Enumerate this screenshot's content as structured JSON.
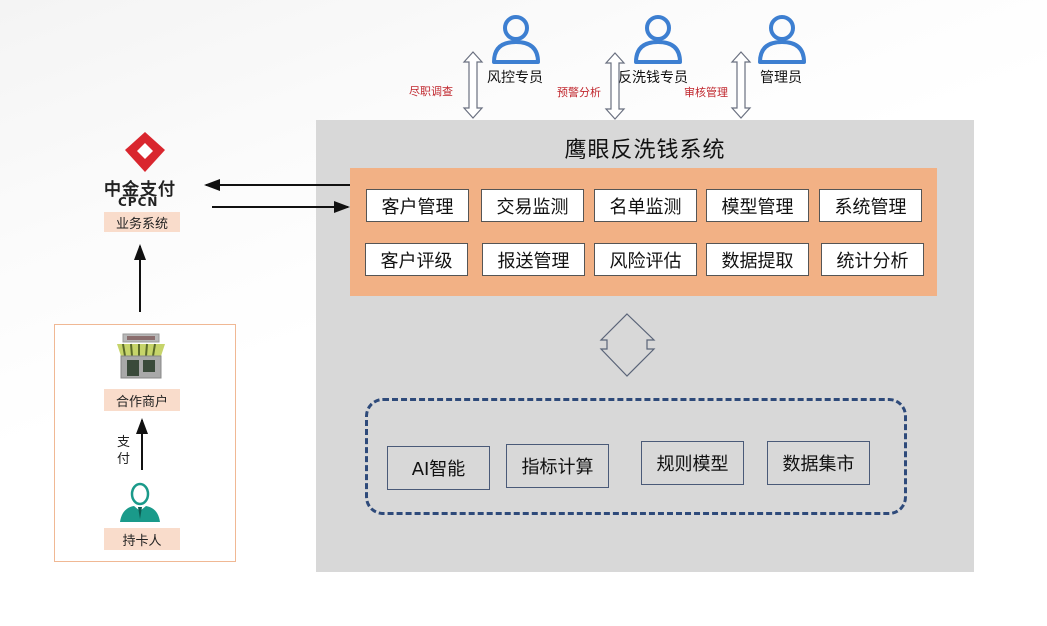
{
  "roles": [
    {
      "name": "风控专员",
      "action": "尽职调查"
    },
    {
      "name": "反洗钱专员",
      "action": "预警分析"
    },
    {
      "name": "管理员",
      "action": "审核管理"
    }
  ],
  "system": {
    "title": "鹰眼反洗钱系统",
    "modules_row1": [
      "客户管理",
      "交易监测",
      "名单监测",
      "模型管理",
      "系统管理"
    ],
    "modules_row2": [
      "客户评级",
      "报送管理",
      "风险评估",
      "数据提取",
      "统计分析"
    ],
    "data_layer": [
      "AI智能",
      "指标计算",
      "规则模型",
      "数据集市"
    ]
  },
  "left": {
    "logo_cn": "中金支付",
    "logo_en": "CPCN",
    "business_system": "业务系统",
    "merchant": "合作商户",
    "pay_label": "支付",
    "cardholder": "持卡人"
  },
  "colors": {
    "system_bg": "#d8d8d8",
    "module_panel": "#f2b185",
    "action_label": "#c0262d",
    "user_icon": "#3d7fd1",
    "dashed_border": "#2e4a7a",
    "logo_red": "#d9262e",
    "cardholder_icon": "#1a9a8a"
  }
}
